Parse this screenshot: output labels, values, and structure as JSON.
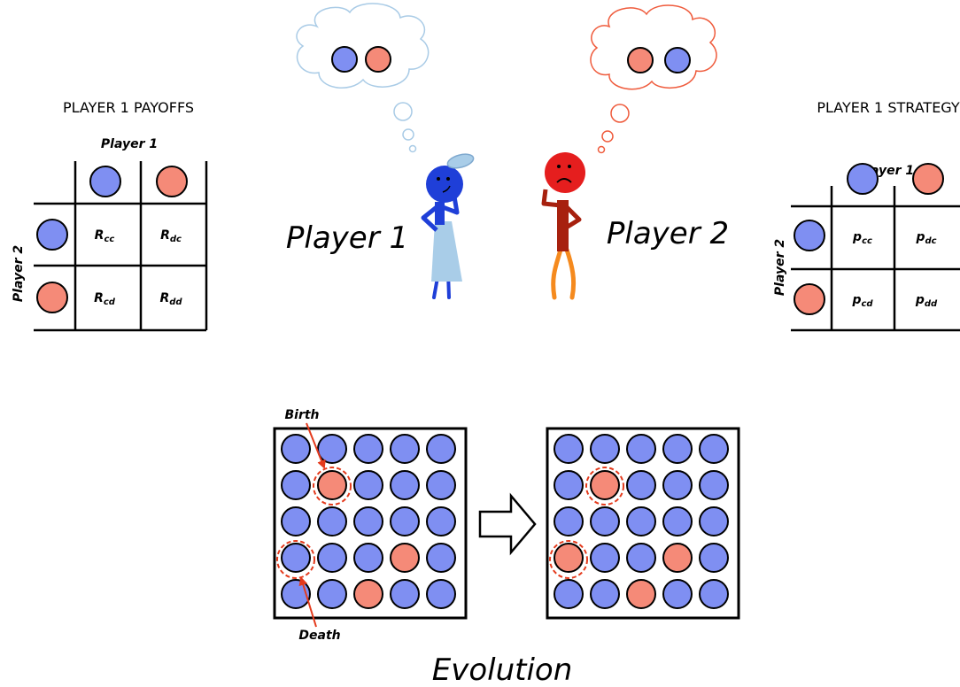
{
  "colors": {
    "blue": "#7f8ff2",
    "red": "#f58a78",
    "stroke": "#000000",
    "arrow": "#e43a1c",
    "cloud_blue": "#a9cbe6",
    "cloud_red": "#ef5b3c",
    "player1_body": "#1f3fd8",
    "player1_dress": "#a9cde8",
    "player2_body": "#e51e1e",
    "player2_torso": "#a7210f",
    "player2_legs": "#f58a1e"
  },
  "left_table": {
    "title": "PLAYER 1 PAYOFFS",
    "col_header": "Player 1",
    "row_header": "Player 2",
    "cells": {
      "cc": {
        "base": "R",
        "sub": "cc"
      },
      "dc": {
        "base": "R",
        "sub": "dc"
      },
      "cd": {
        "base": "R",
        "sub": "cd"
      },
      "dd": {
        "base": "R",
        "sub": "dd"
      }
    }
  },
  "right_table": {
    "title": "PLAYER 1 STRATEGY",
    "col_header": "Player 1",
    "row_header": "Player 2",
    "cells": {
      "cc": {
        "base": "p",
        "sub": "cc"
      },
      "dc": {
        "base": "p",
        "sub": "dc"
      },
      "cd": {
        "base": "p",
        "sub": "cd"
      },
      "dd": {
        "base": "p",
        "sub": "dd"
      }
    }
  },
  "players": {
    "p1_label": "Player 1",
    "p2_label": "Player 2",
    "p1_thought": [
      "blue",
      "red"
    ],
    "p2_thought": [
      "red",
      "blue"
    ]
  },
  "evolution": {
    "title": "Evolution",
    "birth_label": "Birth",
    "death_label": "Death",
    "grid_before": [
      [
        "B",
        "B",
        "B",
        "B",
        "B"
      ],
      [
        "B",
        "R",
        "B",
        "B",
        "B"
      ],
      [
        "B",
        "B",
        "B",
        "B",
        "B"
      ],
      [
        "B",
        "B",
        "B",
        "R",
        "B"
      ],
      [
        "B",
        "B",
        "R",
        "B",
        "B"
      ]
    ],
    "grid_after": [
      [
        "B",
        "B",
        "B",
        "B",
        "B"
      ],
      [
        "B",
        "R",
        "B",
        "B",
        "B"
      ],
      [
        "B",
        "B",
        "B",
        "B",
        "B"
      ],
      [
        "R",
        "B",
        "B",
        "R",
        "B"
      ],
      [
        "B",
        "B",
        "R",
        "B",
        "B"
      ]
    ],
    "highlight_birth": [
      1,
      1
    ],
    "highlight_death": [
      3,
      0
    ]
  }
}
